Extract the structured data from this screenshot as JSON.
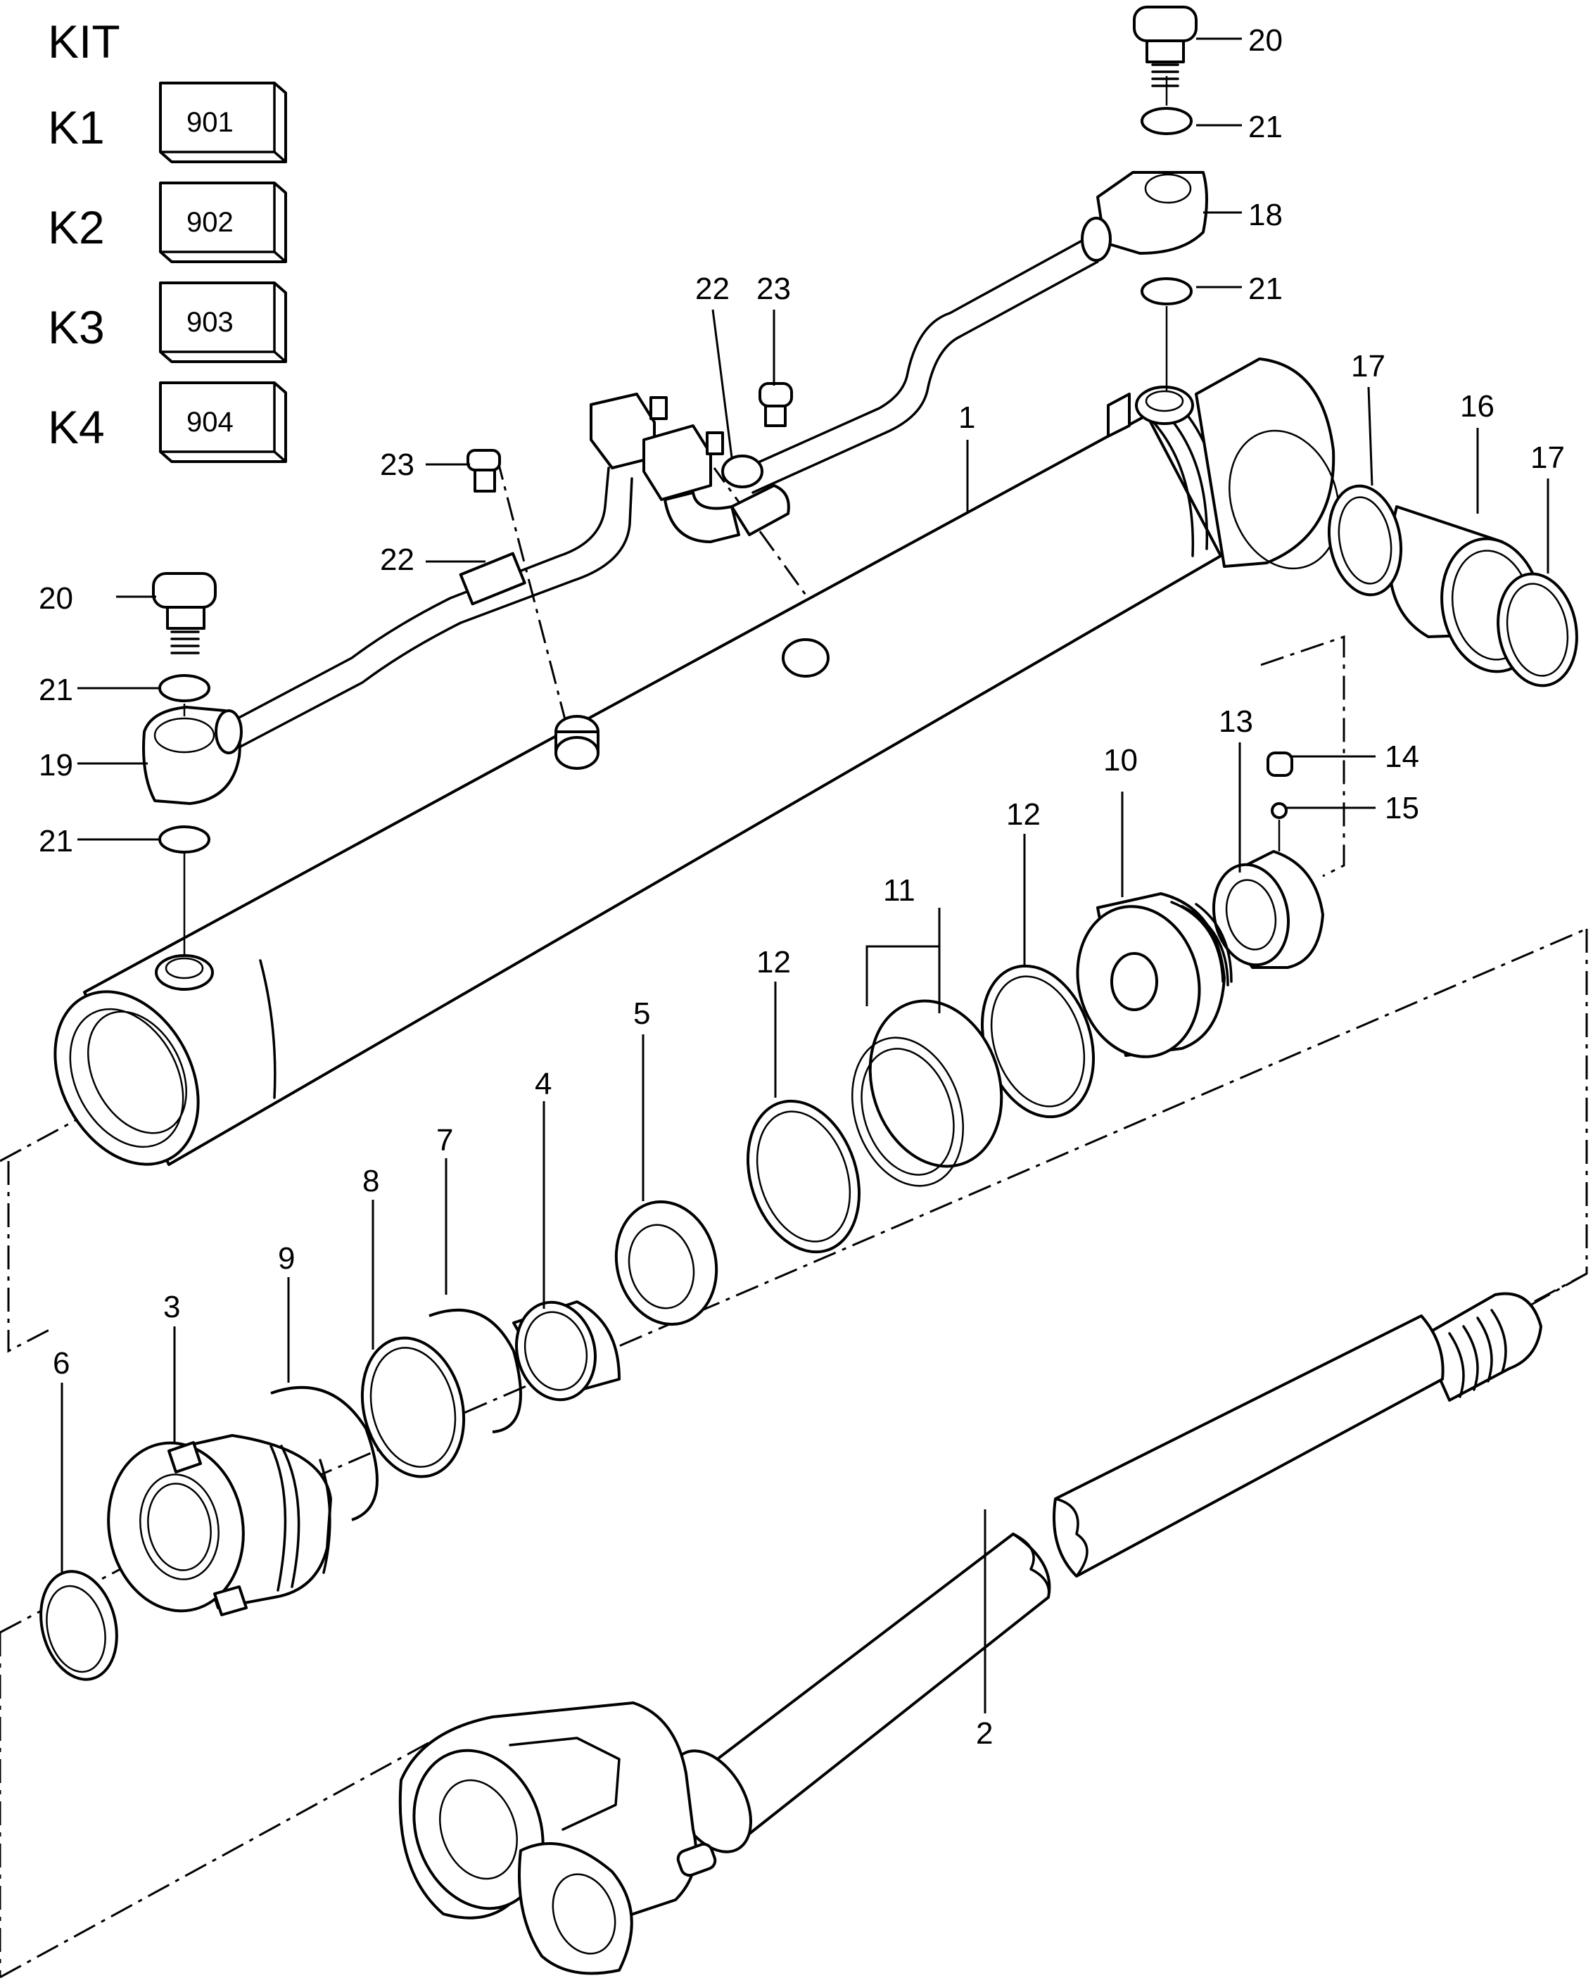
{
  "kit": {
    "heading": "KIT",
    "items": [
      {
        "label": "K1",
        "code": "901"
      },
      {
        "label": "K2",
        "code": "902"
      },
      {
        "label": "K3",
        "code": "903"
      },
      {
        "label": "K4",
        "code": "904"
      }
    ]
  },
  "callouts": {
    "c1": "1",
    "c2": "2",
    "c3": "3",
    "c4": "4",
    "c5": "5",
    "c6": "6",
    "c7": "7",
    "c8": "8",
    "c9": "9",
    "c10": "10",
    "c11": "11",
    "c12a": "12",
    "c12b": "12",
    "c13": "13",
    "c14": "14",
    "c15": "15",
    "c16": "16",
    "c17a": "17",
    "c17b": "17",
    "c18": "18",
    "c19": "19",
    "c20a": "20",
    "c20b": "20",
    "c21a": "21",
    "c21b": "21",
    "c21c": "21",
    "c21d": "21",
    "c22a": "22",
    "c22b": "22",
    "c23a": "23",
    "c23b": "23"
  }
}
